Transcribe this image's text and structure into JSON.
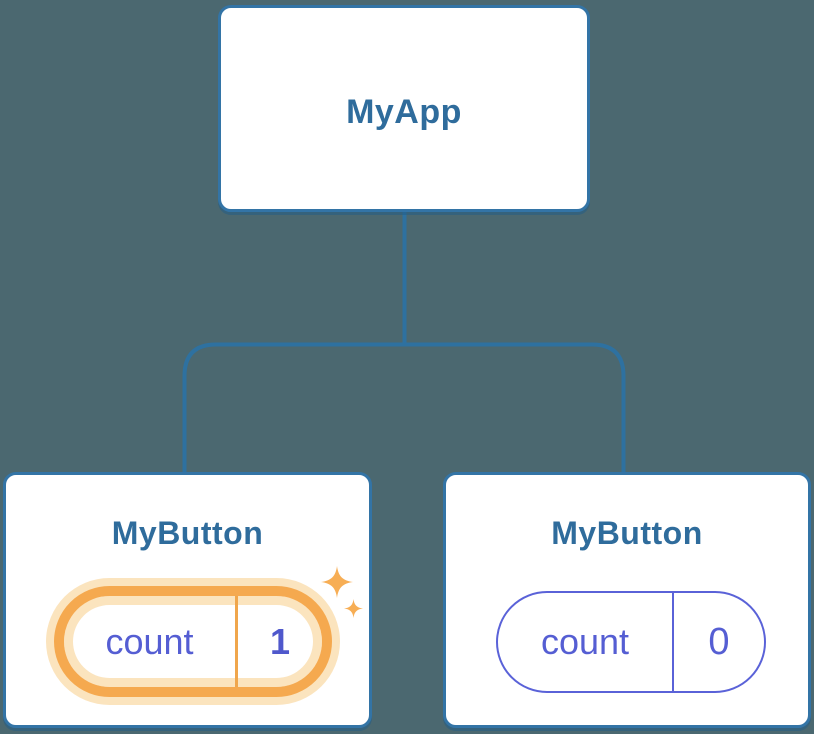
{
  "diagram": {
    "root": {
      "label": "MyApp"
    },
    "children": [
      {
        "label": "MyButton",
        "state": {
          "key": "count",
          "value": "1"
        },
        "highlighted": true
      },
      {
        "label": "MyButton",
        "state": {
          "key": "count",
          "value": "0"
        },
        "highlighted": false
      }
    ]
  },
  "icons": {
    "highlight": "sparkles-icon"
  },
  "colors": {
    "background": "#4B6870",
    "card_fill": "#FFFFFF",
    "card_border": "#3374A6",
    "connector": "#2E71A0",
    "heading_text": "#2F6C9C",
    "state_accent_indigo": "#555ED3",
    "state_value_bold_indigo": "#4F58CC",
    "highlight_orange": "#F5A94F",
    "highlight_glow": "#FBE4BE",
    "sparkle": "#F7AE55"
  }
}
